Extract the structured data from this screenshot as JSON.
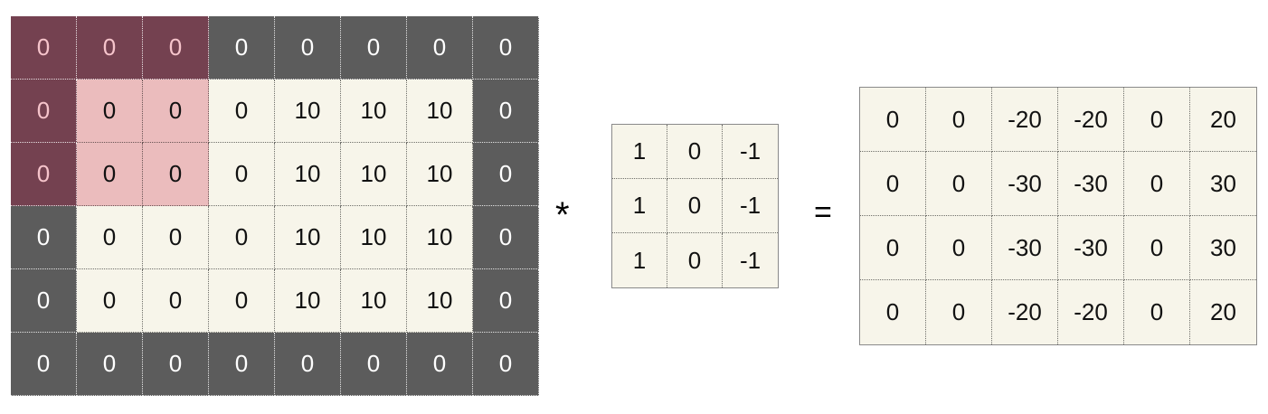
{
  "input_matrix": {
    "rows": [
      [
        "0",
        "0",
        "0",
        "0",
        "0",
        "0",
        "0",
        "0"
      ],
      [
        "0",
        "0",
        "0",
        "0",
        "10",
        "10",
        "10",
        "0"
      ],
      [
        "0",
        "0",
        "0",
        "0",
        "10",
        "10",
        "10",
        "0"
      ],
      [
        "0",
        "0",
        "0",
        "0",
        "10",
        "10",
        "10",
        "0"
      ],
      [
        "0",
        "0",
        "0",
        "0",
        "10",
        "10",
        "10",
        "0"
      ],
      [
        "0",
        "0",
        "0",
        "0",
        "0",
        "0",
        "0",
        "0"
      ]
    ],
    "highlight_rows": 3,
    "highlight_cols": 3
  },
  "operators": {
    "convolution": "*",
    "equals": "="
  },
  "kernel_matrix": {
    "rows": [
      [
        "1",
        "0",
        "-1"
      ],
      [
        "1",
        "0",
        "-1"
      ],
      [
        "1",
        "0",
        "-1"
      ]
    ]
  },
  "output_matrix": {
    "rows": [
      [
        "0",
        "0",
        "-20",
        "-20",
        "0",
        "20"
      ],
      [
        "0",
        "0",
        "-30",
        "-30",
        "0",
        "30"
      ],
      [
        "0",
        "0",
        "-30",
        "-30",
        "0",
        "30"
      ],
      [
        "0",
        "0",
        "-20",
        "-20",
        "0",
        "20"
      ]
    ]
  },
  "colors": {
    "padding": "#5c5c5c",
    "inner": "#f7f5ea",
    "highlight_padding": "#744150",
    "highlight_inner": "#ebbcbd",
    "highlight_padding_text": "#f6c4cb"
  }
}
